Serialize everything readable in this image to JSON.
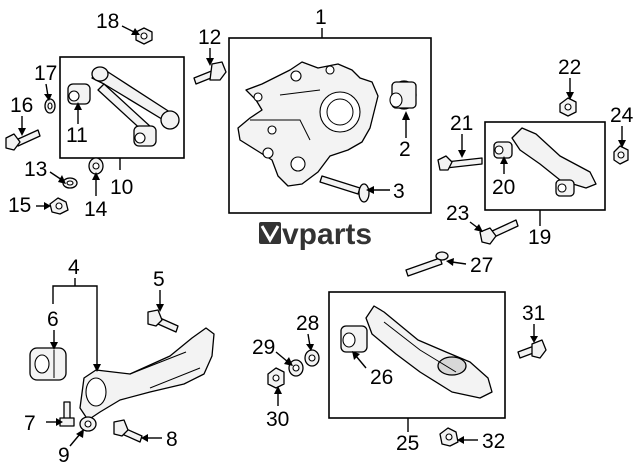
{
  "diagram": {
    "logo": "vparts",
    "callouts": [
      {
        "id": "1",
        "label": "1"
      },
      {
        "id": "2",
        "label": "2"
      },
      {
        "id": "3",
        "label": "3"
      },
      {
        "id": "4",
        "label": "4"
      },
      {
        "id": "5",
        "label": "5"
      },
      {
        "id": "6",
        "label": "6"
      },
      {
        "id": "7",
        "label": "7"
      },
      {
        "id": "8",
        "label": "8"
      },
      {
        "id": "9",
        "label": "9"
      },
      {
        "id": "10",
        "label": "10"
      },
      {
        "id": "11",
        "label": "11"
      },
      {
        "id": "12",
        "label": "12"
      },
      {
        "id": "13",
        "label": "13"
      },
      {
        "id": "14",
        "label": "14"
      },
      {
        "id": "15",
        "label": "15"
      },
      {
        "id": "16",
        "label": "16"
      },
      {
        "id": "17",
        "label": "17"
      },
      {
        "id": "18",
        "label": "18"
      },
      {
        "id": "19",
        "label": "19"
      },
      {
        "id": "20",
        "label": "20"
      },
      {
        "id": "21",
        "label": "21"
      },
      {
        "id": "22",
        "label": "22"
      },
      {
        "id": "23",
        "label": "23"
      },
      {
        "id": "24",
        "label": "24"
      },
      {
        "id": "25",
        "label": "25"
      },
      {
        "id": "26",
        "label": "26"
      },
      {
        "id": "27",
        "label": "27"
      },
      {
        "id": "28",
        "label": "28"
      },
      {
        "id": "29",
        "label": "29"
      },
      {
        "id": "30",
        "label": "30"
      },
      {
        "id": "31",
        "label": "31"
      },
      {
        "id": "32",
        "label": "32"
      }
    ]
  }
}
